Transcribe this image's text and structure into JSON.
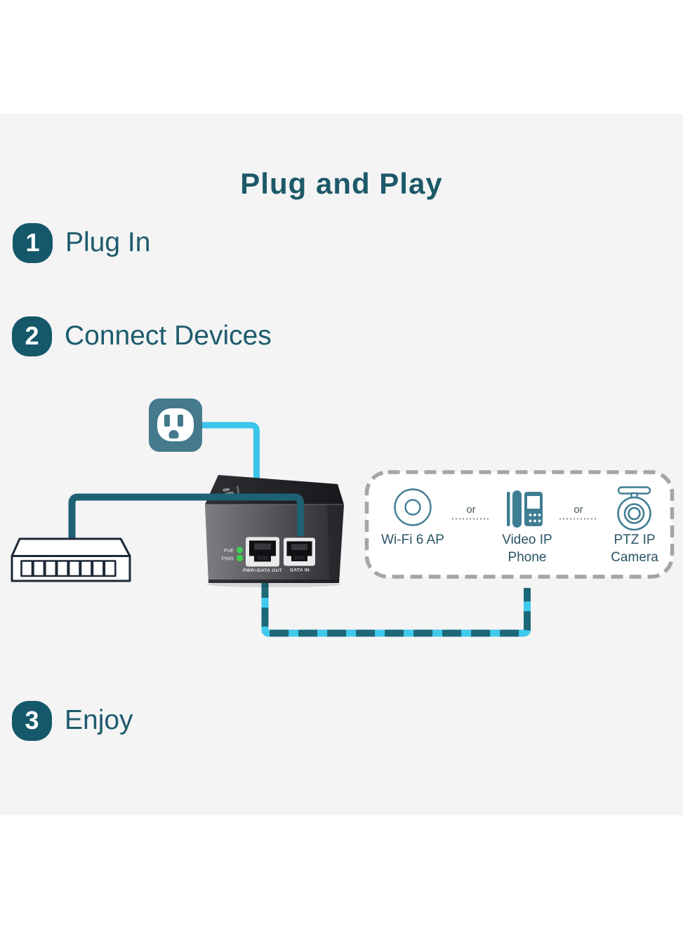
{
  "title": "Plug and Play",
  "steps": [
    {
      "num": "1",
      "label": "Plug In"
    },
    {
      "num": "2",
      "label": "Connect Devices"
    },
    {
      "num": "3",
      "label": "Enjoy"
    }
  ],
  "injector": {
    "led1_label": "PoE",
    "led2_label": "PWR",
    "port1_label": "PWR+DATA OUT",
    "port2_label": "DATA IN"
  },
  "devices_box": {
    "or1": "or",
    "or2": "or",
    "items": [
      {
        "icon": "wifi-ap-icon",
        "line1": "Wi-Fi 6 AP",
        "line2": ""
      },
      {
        "icon": "video-ip-phone-icon",
        "line1": "Video IP",
        "line2": "Phone"
      },
      {
        "icon": "ptz-camera-icon",
        "line1": "PTZ IP",
        "line2": "Camera"
      }
    ]
  },
  "colors": {
    "accent_teal_dark": "#1c5968",
    "badge": "#14586a",
    "cable_cyan": "#3cc5ea",
    "cable_teal": "#1e6174",
    "outlet_teal": "#45798c",
    "icon_teal": "#3f7d92",
    "label_text": "#2a5365",
    "dashed_border": "#a5a5a6",
    "led_green": "#3ed152",
    "background_band": "#f4f4f5"
  }
}
